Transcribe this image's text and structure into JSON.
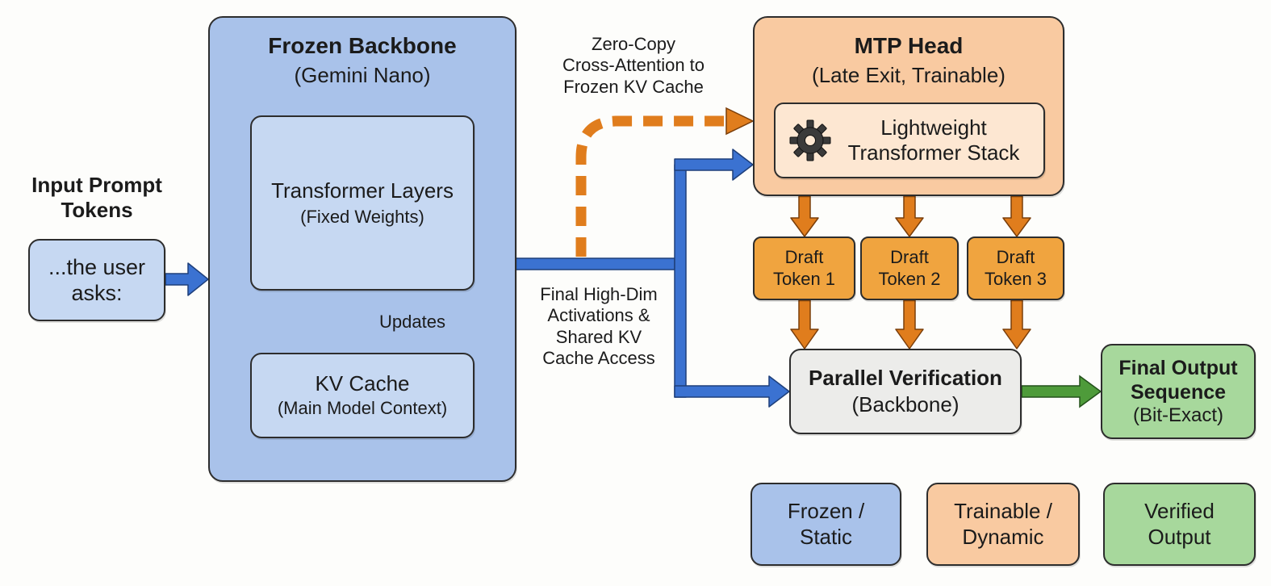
{
  "input": {
    "heading_line1": "Input Prompt",
    "heading_line2": "Tokens",
    "box_line1": "...the user",
    "box_line2": "asks:"
  },
  "backbone": {
    "title": "Frozen Backbone",
    "subtitle": "(Gemini Nano)",
    "layers_label": "Transformer Layers",
    "layers_sub": "(Fixed Weights)",
    "updates_label": "Updates",
    "kv_label": "KV Cache",
    "kv_sub": "(Main Model Context)"
  },
  "connectors": {
    "cross_attention": [
      "Zero-Copy",
      "Cross-Attention to",
      "Frozen KV Cache"
    ],
    "activations": [
      "Final High-Dim",
      "Activations &",
      "Shared KV",
      "Cache Access"
    ]
  },
  "mtp_head": {
    "title": "MTP Head",
    "subtitle": "(Late Exit, Trainable)",
    "stack_line1": "Lightweight",
    "stack_line2": "Transformer Stack",
    "stack_icon": "gear-icon"
  },
  "draft_tokens": [
    {
      "line1": "Draft",
      "line2": "Token 1"
    },
    {
      "line1": "Draft",
      "line2": "Token 2"
    },
    {
      "line1": "Draft",
      "line2": "Token 3"
    }
  ],
  "verification": {
    "title": "Parallel Verification",
    "subtitle": "(Backbone)"
  },
  "output": {
    "line1": "Final Output",
    "line2": "Sequence",
    "line3": "(Bit-Exact)"
  },
  "legend": [
    {
      "line1": "Frozen /",
      "line2": "Static",
      "color": "#a9c2ea"
    },
    {
      "line1": "Trainable /",
      "line2": "Dynamic",
      "color": "#f9caa1"
    },
    {
      "line1": "Verified",
      "line2": "Output",
      "color": "#a7d89c"
    }
  ],
  "colors": {
    "frozen": "#a9c2ea",
    "trainable": "#f9caa1",
    "draft": "#f0a43f",
    "verified": "#a7d89c",
    "blue_arrow": "#3b72d1",
    "orange_arrow": "#e07d1d",
    "green_arrow": "#4e9b3a"
  }
}
